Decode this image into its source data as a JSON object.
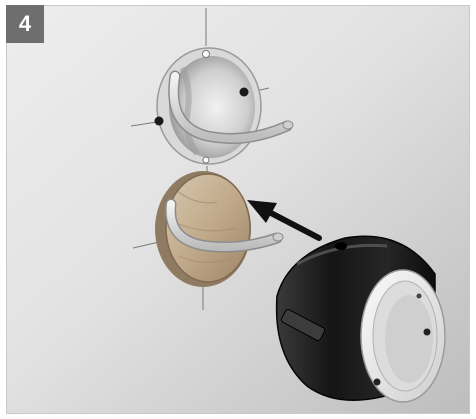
{
  "step": {
    "number": "4"
  },
  "colors": {
    "badge_background": "#6e6e6e",
    "badge_text": "#ffffff",
    "frame_border": "#c9c9c9",
    "wall_light": "#f4f4f4",
    "wall_dark": "#b8b8b8",
    "box_body": "#1e1e1e",
    "box_rim": "#e9e9e9",
    "plug_wood": "#b9a489",
    "arrow": "#111111"
  },
  "icons": {
    "step_badge": "step-number-badge",
    "arrow": "insertion-arrow",
    "wall_hole": "wall-opening",
    "drill_plug": "cut-out-plug",
    "junction_box": "flush-mounting-box"
  }
}
